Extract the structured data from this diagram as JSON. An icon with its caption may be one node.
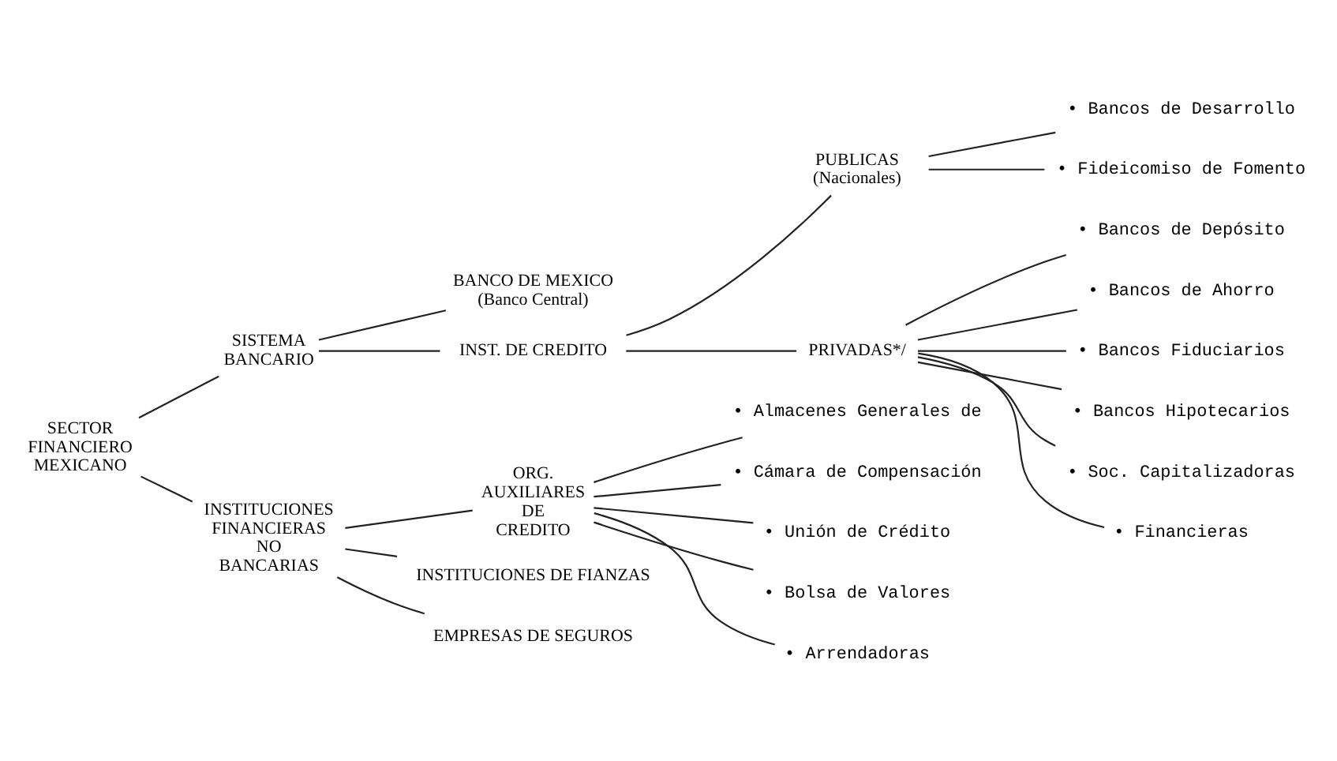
{
  "diagram": {
    "nodes": [
      {
        "text": [
          "SECTOR FINANCIERO MEXICANO"
        ]
      },
      {
        "text": [
          "SISTEMA BANCARIO"
        ]
      },
      {
        "text": [
          "BANCO DE MEXICO (Banco Central)"
        ]
      },
      {
        "text": [
          "INST. DE CREDITO"
        ]
      },
      {
        "text": [
          "PUBLICAS (Nacionales)"
        ]
      },
      {
        "text": [
          "• Bancos de Desarrollo"
        ]
      },
      {
        "text": [
          "• Fideicomiso de Fomento"
        ]
      },
      {
        "text": [
          "PRIVADAS*/"
        ]
      },
      {
        "text": [
          "• Bancos de Depósito"
        ]
      },
      {
        "text": [
          "• Bancos de Ahorro"
        ]
      },
      {
        "text": [
          "• Bancos Fiduciarios"
        ]
      },
      {
        "text": [
          "• Bancos Hipotecarios"
        ]
      },
      {
        "text": [
          "• Soc. Capitalizadoras"
        ]
      },
      {
        "text": [
          "• Financieras"
        ]
      },
      {
        "text": [
          "INSTITUCIONES FINANCIERAS NO BANCARIAS"
        ]
      },
      {
        "text": [
          "ORG. AUXILIARES DE CREDITO"
        ]
      },
      {
        "text": [
          "• Almacenes Generales de"
        ]
      },
      {
        "text": [
          "• Cámara de Compensación"
        ]
      },
      {
        "text": [
          "• Unión de Crédito"
        ]
      },
      {
        "text": [
          "• Bolsa de Valores"
        ]
      },
      {
        "text": [
          "• Arrendadoras"
        ]
      },
      {
        "text": [
          "INSTITUCIONES DE FIANZAS"
        ]
      },
      {
        "text": [
          "EMPRESAS DE SEGUROS"
        ]
      }
    ],
    "edges": [
      {
        "from": 0,
        "to": 1,
        "arrow": "none"
      },
      {
        "from": 0,
        "to": 14,
        "arrow": "none"
      },
      {
        "from": 1,
        "to": 2,
        "arrow": "none"
      },
      {
        "from": 1,
        "to": 3,
        "arrow": "none"
      },
      {
        "from": 3,
        "to": 4,
        "arrow": "none"
      },
      {
        "from": 3,
        "to": 7,
        "arrow": "none"
      },
      {
        "from": 4,
        "to": 5,
        "arrow": "none"
      },
      {
        "from": 4,
        "to": 6,
        "arrow": "none"
      },
      {
        "from": 7,
        "to": 8,
        "arrow": "none"
      },
      {
        "from": 7,
        "to": 9,
        "arrow": "none"
      },
      {
        "from": 7,
        "to": 10,
        "arrow": "none"
      },
      {
        "from": 7,
        "to": 11,
        "arrow": "none"
      },
      {
        "from": 7,
        "to": 12,
        "arrow": "none"
      },
      {
        "from": 7,
        "to": 13,
        "arrow": "none"
      },
      {
        "from": 14,
        "to": 15,
        "arrow": "none"
      },
      {
        "from": 14,
        "to": 21,
        "arrow": "none"
      },
      {
        "from": 14,
        "to": 22,
        "arrow": "none"
      },
      {
        "from": 15,
        "to": 16,
        "arrow": "none"
      },
      {
        "from": 15,
        "to": 17,
        "arrow": "none"
      },
      {
        "from": 15,
        "to": 18,
        "arrow": "none"
      },
      {
        "from": 15,
        "to": 19,
        "arrow": "none"
      },
      {
        "from": 15,
        "to": 20,
        "arrow": "none"
      }
    ]
  }
}
